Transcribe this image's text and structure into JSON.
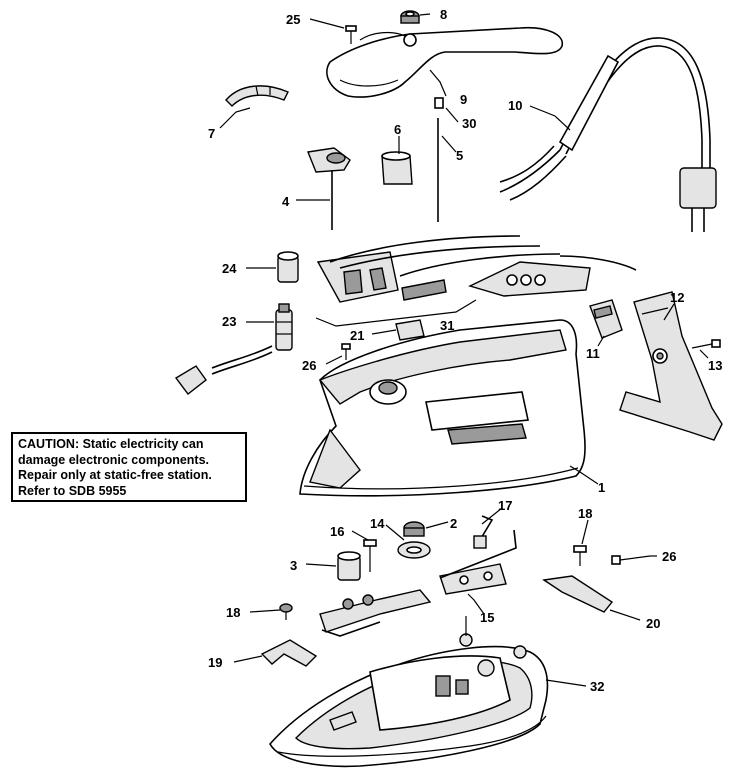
{
  "callouts": [
    {
      "id": "c25a",
      "text": "25"
    },
    {
      "id": "c8a",
      "text": "8"
    },
    {
      "id": "c9",
      "text": "9"
    },
    {
      "id": "c7",
      "text": "7"
    },
    {
      "id": "c30",
      "text": "30"
    },
    {
      "id": "c10",
      "text": "10"
    },
    {
      "id": "c6",
      "text": "6"
    },
    {
      "id": "c5",
      "text": "5"
    },
    {
      "id": "c4",
      "text": "4"
    },
    {
      "id": "c24",
      "text": "24"
    },
    {
      "id": "c31",
      "text": "31"
    },
    {
      "id": "c12",
      "text": "12"
    },
    {
      "id": "c23",
      "text": "23"
    },
    {
      "id": "c21",
      "text": "21"
    },
    {
      "id": "c11",
      "text": "11"
    },
    {
      "id": "c13",
      "text": "13"
    },
    {
      "id": "c26a",
      "text": "26"
    },
    {
      "id": "c1",
      "text": "1"
    },
    {
      "id": "c17",
      "text": "17"
    },
    {
      "id": "c16a",
      "text": "16"
    },
    {
      "id": "c14",
      "text": "14"
    },
    {
      "id": "c2",
      "text": "2"
    },
    {
      "id": "c18a",
      "text": "18"
    },
    {
      "id": "c3",
      "text": "3"
    },
    {
      "id": "c26b",
      "text": "26"
    },
    {
      "id": "c15",
      "text": "15"
    },
    {
      "id": "c18b",
      "text": "18"
    },
    {
      "id": "c20",
      "text": "20"
    },
    {
      "id": "c19",
      "text": "19"
    },
    {
      "id": "c32",
      "text": "32"
    }
  ],
  "caution": {
    "heading": "CAUTION:",
    "line1_rest": " Static electricity can",
    "line2": "damage electronic components.",
    "line3": "Repair only at static-free station.",
    "line4": "Refer to SDB 5955"
  }
}
